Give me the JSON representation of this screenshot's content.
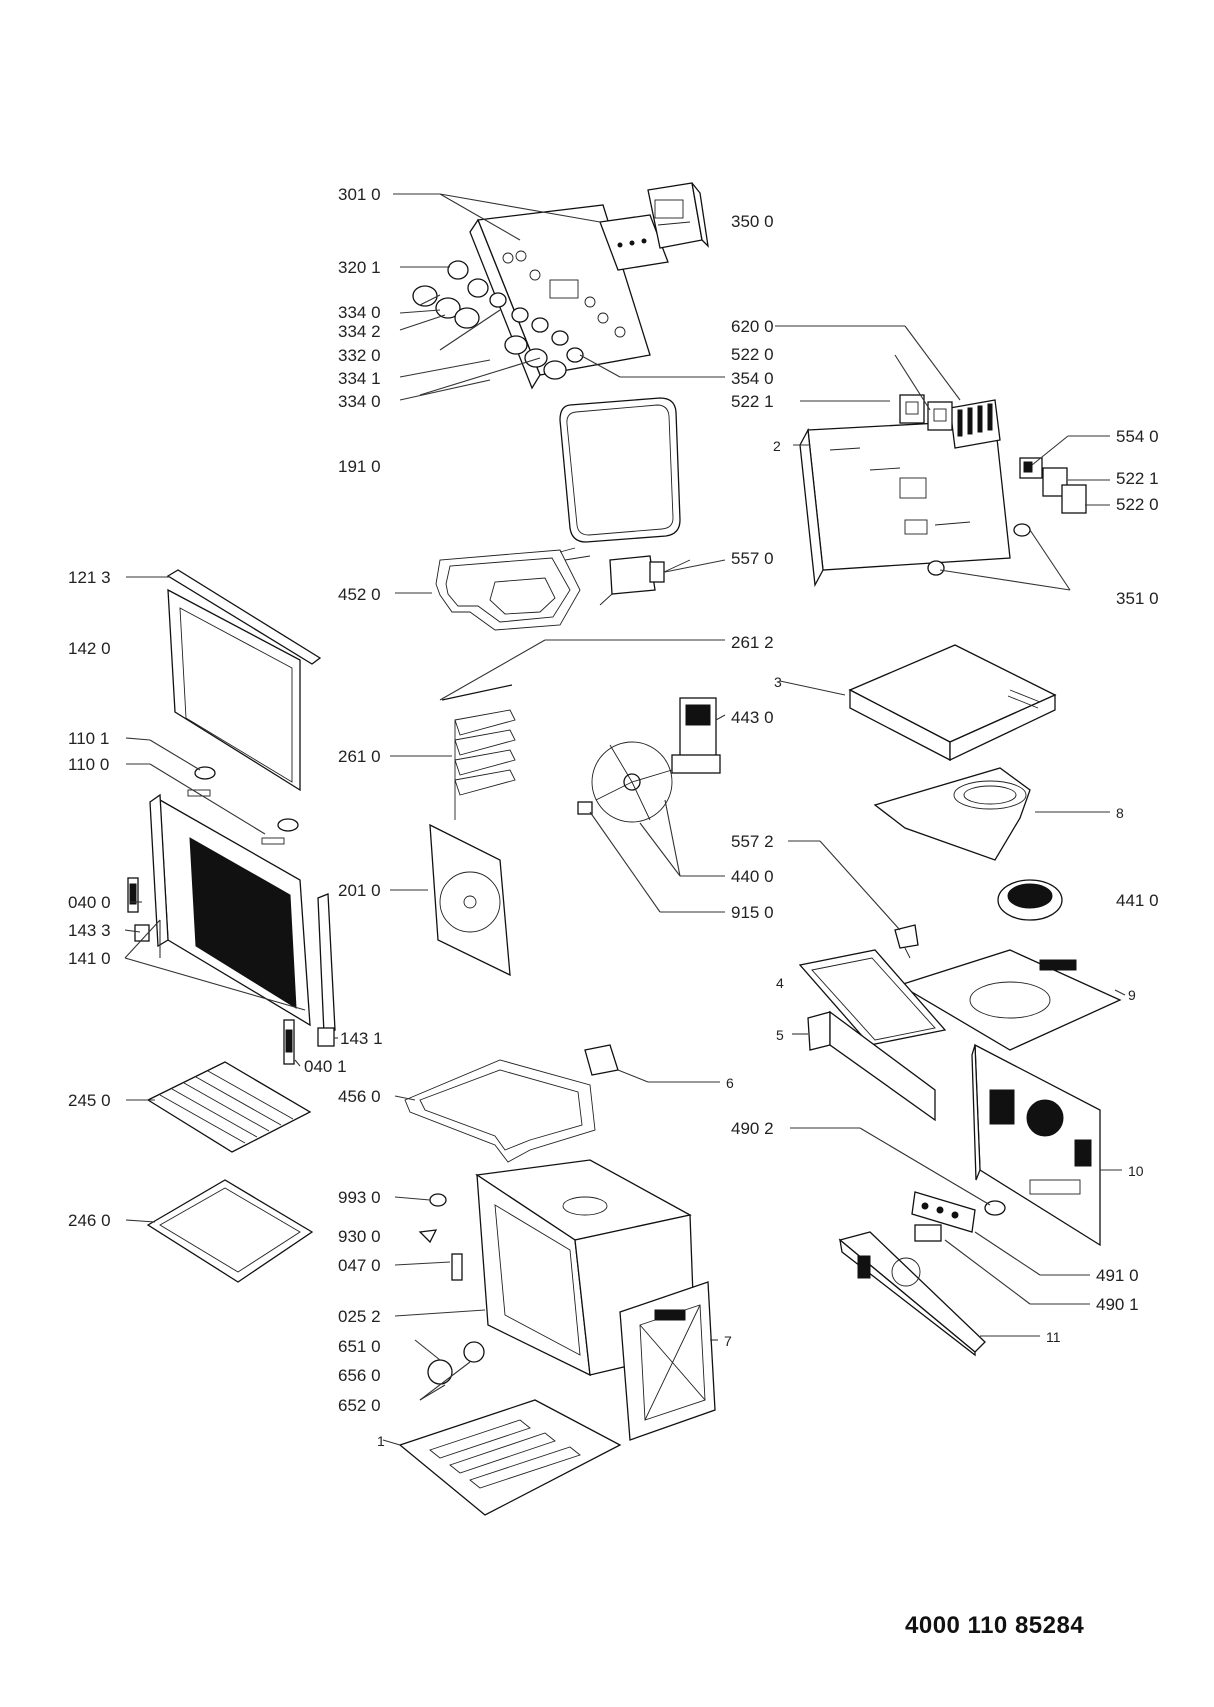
{
  "document_number": "4000 110 85284",
  "labels": [
    {
      "id": "p3010",
      "text": "301 0"
    },
    {
      "id": "p3500",
      "text": "350 0"
    },
    {
      "id": "p3201",
      "text": "320 1"
    },
    {
      "id": "p3340a",
      "text": "334 0"
    },
    {
      "id": "p3342",
      "text": "334 2"
    },
    {
      "id": "p3320",
      "text": "332 0"
    },
    {
      "id": "p3341",
      "text": "334 1"
    },
    {
      "id": "p3340b",
      "text": "334 0"
    },
    {
      "id": "p6200",
      "text": "620 0"
    },
    {
      "id": "p5220a",
      "text": "522 0"
    },
    {
      "id": "p3540",
      "text": "354 0"
    },
    {
      "id": "p5221a",
      "text": "522 1"
    },
    {
      "id": "p1910",
      "text": "191 0"
    },
    {
      "id": "p2",
      "text": "2"
    },
    {
      "id": "p5540",
      "text": "554 0"
    },
    {
      "id": "p5221b",
      "text": "522 1"
    },
    {
      "id": "p5220b",
      "text": "522 0"
    },
    {
      "id": "p1213",
      "text": "121 3"
    },
    {
      "id": "p5570",
      "text": "557 0"
    },
    {
      "id": "p4520",
      "text": "452 0"
    },
    {
      "id": "p3510",
      "text": "351 0"
    },
    {
      "id": "p1420",
      "text": "142 0"
    },
    {
      "id": "p2612",
      "text": "261 2"
    },
    {
      "id": "p3",
      "text": "3"
    },
    {
      "id": "p4430",
      "text": "443 0"
    },
    {
      "id": "p1101",
      "text": "110 1"
    },
    {
      "id": "p1100",
      "text": "110 0"
    },
    {
      "id": "p2610",
      "text": "261 0"
    },
    {
      "id": "p8",
      "text": "8"
    },
    {
      "id": "p5572",
      "text": "557 2"
    },
    {
      "id": "p4400",
      "text": "440 0"
    },
    {
      "id": "p2010",
      "text": "201 0"
    },
    {
      "id": "p4410",
      "text": "441 0"
    },
    {
      "id": "p0400",
      "text": "040 0"
    },
    {
      "id": "p9150",
      "text": "915 0"
    },
    {
      "id": "p1433",
      "text": "143 3"
    },
    {
      "id": "p1410",
      "text": "141 0"
    },
    {
      "id": "p4",
      "text": "4"
    },
    {
      "id": "p9",
      "text": "9"
    },
    {
      "id": "p5",
      "text": "5"
    },
    {
      "id": "p1431",
      "text": "143 1"
    },
    {
      "id": "p0401",
      "text": "040 1"
    },
    {
      "id": "p6",
      "text": "6"
    },
    {
      "id": "p2450",
      "text": "245 0"
    },
    {
      "id": "p4560",
      "text": "456 0"
    },
    {
      "id": "p4902",
      "text": "490 2"
    },
    {
      "id": "p10",
      "text": "10"
    },
    {
      "id": "p9930",
      "text": "993 0"
    },
    {
      "id": "p2460",
      "text": "246 0"
    },
    {
      "id": "p9300",
      "text": "930 0"
    },
    {
      "id": "p4910",
      "text": "491 0"
    },
    {
      "id": "p0470",
      "text": "047 0"
    },
    {
      "id": "p4901",
      "text": "490 1"
    },
    {
      "id": "p0252",
      "text": "025 2"
    },
    {
      "id": "p11",
      "text": "11"
    },
    {
      "id": "p7",
      "text": "7"
    },
    {
      "id": "p6510",
      "text": "651 0"
    },
    {
      "id": "p6560",
      "text": "656 0"
    },
    {
      "id": "p6520",
      "text": "652 0"
    },
    {
      "id": "p1",
      "text": "1"
    }
  ]
}
